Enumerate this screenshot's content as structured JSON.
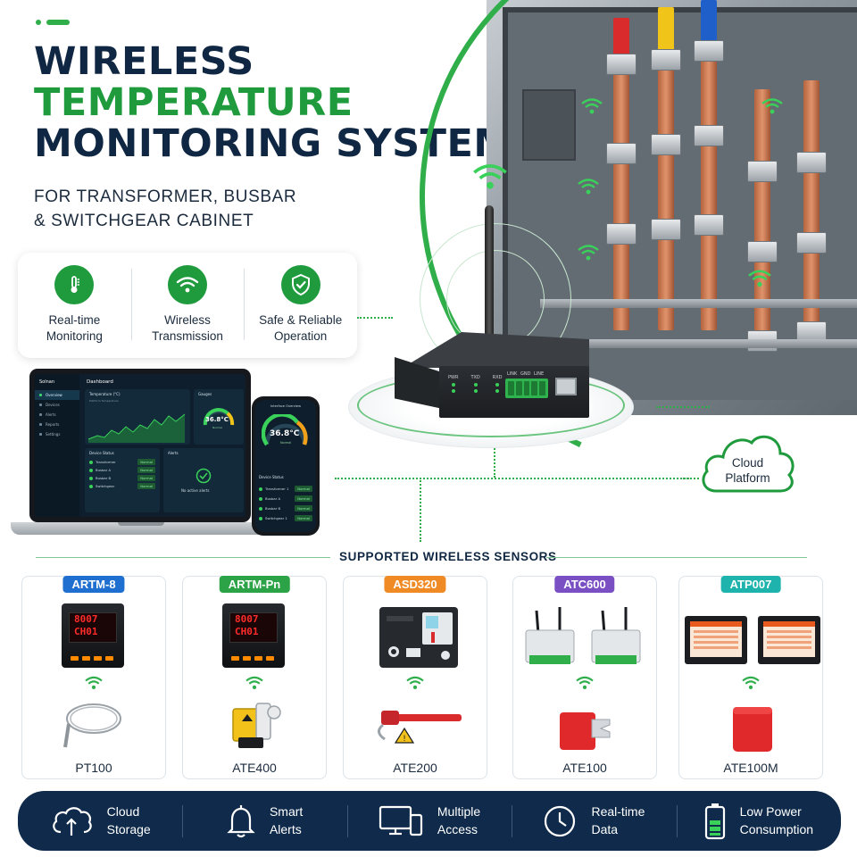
{
  "header": {
    "title_line1": "WIRELESS",
    "title_line2": "TEMPERATURE",
    "title_line3": "MONITORING SYSTEM",
    "subtitle_line1": "FOR TRANSFORMER, BUSBAR",
    "subtitle_line2": "& SWITCHGEAR CABINET"
  },
  "features": [
    {
      "icon": "thermometer-icon",
      "label": "Real-time\nMonitoring"
    },
    {
      "icon": "wifi-icon",
      "label": "Wireless\nTransmission"
    },
    {
      "icon": "shield-check-icon",
      "label": "Safe & Reliable\nOperation"
    }
  ],
  "gateway": {
    "led_labels": [
      "PWR",
      "TXD",
      "RXD"
    ],
    "terminal_labels": [
      "LINK",
      "GND",
      "LINE"
    ]
  },
  "cloud": {
    "label": "Cloud\nPlatform"
  },
  "laptop": {
    "brand": "Solnan",
    "title": "Dashboard",
    "nav": [
      "Overview",
      "Devices",
      "Alerts",
      "Reports",
      "Settings"
    ],
    "temp_panel_title": "Temperature (°C)",
    "temp_panel_sub": "Platform Temperature",
    "gauge_title": "Gauges",
    "gauge_value": "36.8°C",
    "gauge_status": "Normal",
    "device_status_title": "Device Status",
    "devices": [
      {
        "name": "Transformer",
        "status": "Normal"
      },
      {
        "name": "Busbar A",
        "status": "Normal"
      },
      {
        "name": "Busbar B",
        "status": "Normal"
      },
      {
        "name": "Switchgear",
        "status": "Normal"
      }
    ],
    "alerts_title": "Alerts",
    "alerts_text": "No active alerts"
  },
  "phone": {
    "title": "Interface Overview",
    "gauge_value": "36.8°C",
    "gauge_status": "Normal",
    "device_status_title": "Device Status",
    "devices": [
      {
        "name": "Transformer 1",
        "status": "Normal"
      },
      {
        "name": "Busbar A",
        "status": "Normal"
      },
      {
        "name": "Busbar B",
        "status": "Normal"
      },
      {
        "name": "Switchgear 1",
        "status": "Normal"
      }
    ]
  },
  "sensors": {
    "heading": "SUPPORTED WIRELESS SENSORS",
    "items": [
      {
        "tag": "ARTM-8",
        "tag_color": "#1f6fd1",
        "device": "meter",
        "screen": [
          "8007",
          "CH01"
        ],
        "caption": "PT100"
      },
      {
        "tag": "ARTM-Pn",
        "tag_color": "#2ba346",
        "device": "meter",
        "screen": [
          "8007",
          "CH01"
        ],
        "caption": "ATE400"
      },
      {
        "tag": "ASD320",
        "tag_color": "#f08a24",
        "device": "relay",
        "caption": "ATE200"
      },
      {
        "tag": "ATC600",
        "tag_color": "#7a4fc4",
        "device": "collector",
        "caption": "ATE100"
      },
      {
        "tag": "ATP007",
        "tag_color": "#1fb3ad",
        "device": "touchscreen",
        "caption": "ATE100M"
      }
    ]
  },
  "bottom_bar": [
    {
      "icon": "cloud-upload-icon",
      "label": "Cloud\nStorage"
    },
    {
      "icon": "bell-icon",
      "label": "Smart\nAlerts"
    },
    {
      "icon": "devices-icon",
      "label": "Multiple\nAccess"
    },
    {
      "icon": "clock-icon",
      "label": "Real-time\nData"
    },
    {
      "icon": "battery-icon",
      "label": "Low Power\nConsumption"
    }
  ],
  "colors": {
    "navy": "#0f2742",
    "green": "#1f9b3e",
    "bar_bg": "#0f2a4a"
  }
}
